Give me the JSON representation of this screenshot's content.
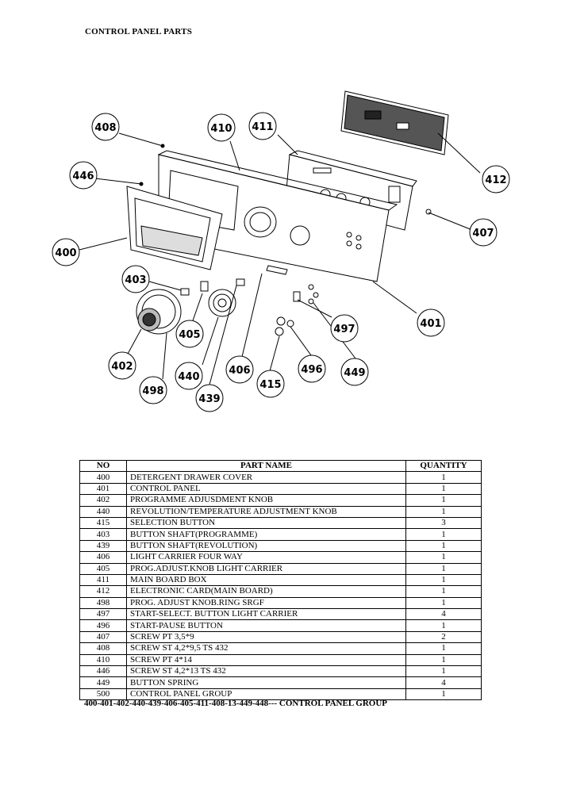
{
  "page_title": "CONTROL PANEL PARTS",
  "callouts": [
    {
      "id": "c408",
      "label": "408"
    },
    {
      "id": "c410",
      "label": "410"
    },
    {
      "id": "c411",
      "label": "411"
    },
    {
      "id": "c412",
      "label": "412"
    },
    {
      "id": "c446",
      "label": "446"
    },
    {
      "id": "c407",
      "label": "407"
    },
    {
      "id": "c400",
      "label": "400"
    },
    {
      "id": "c403",
      "label": "403"
    },
    {
      "id": "c401",
      "label": "401"
    },
    {
      "id": "c405",
      "label": "405"
    },
    {
      "id": "c497",
      "label": "497"
    },
    {
      "id": "c402",
      "label": "402"
    },
    {
      "id": "c440",
      "label": "440"
    },
    {
      "id": "c406",
      "label": "406"
    },
    {
      "id": "c496",
      "label": "496"
    },
    {
      "id": "c449",
      "label": "449"
    },
    {
      "id": "c498",
      "label": "498"
    },
    {
      "id": "c415",
      "label": "415"
    },
    {
      "id": "c439",
      "label": "439"
    }
  ],
  "table": {
    "headers": {
      "no": "NO",
      "name": "PART NAME",
      "qty": "QUANTITY"
    },
    "rows": [
      {
        "no": "400",
        "name": "DETERGENT DRAWER COVER",
        "qty": "1"
      },
      {
        "no": "401",
        "name": "CONTROL PANEL",
        "qty": "1"
      },
      {
        "no": "402",
        "name": "PROGRAMME ADJUSDMENT KNOB",
        "qty": "1"
      },
      {
        "no": "440",
        "name": "REVOLUTION/TEMPERATURE ADJUSTMENT KNOB",
        "qty": "1"
      },
      {
        "no": "415",
        "name": "SELECTION BUTTON",
        "qty": "3"
      },
      {
        "no": "403",
        "name": "BUTTON SHAFT(PROGRAMME)",
        "qty": "1"
      },
      {
        "no": "439",
        "name": "BUTTON SHAFT(REVOLUTION)",
        "qty": "1"
      },
      {
        "no": "406",
        "name": "LIGHT CARRIER FOUR WAY",
        "qty": "1"
      },
      {
        "no": "405",
        "name": "PROG.ADJUST.KNOB LIGHT CARRIER",
        "qty": "1"
      },
      {
        "no": "411",
        "name": "MAIN BOARD BOX",
        "qty": "1"
      },
      {
        "no": "412",
        "name": "ELECTRONIC CARD(MAIN BOARD)",
        "qty": "1"
      },
      {
        "no": "498",
        "name": "PROG. ADJUST KNOB.RING SRGF",
        "qty": "1"
      },
      {
        "no": "497",
        "name": "START-SELECT. BUTTON LIGHT CARRIER",
        "qty": "4"
      },
      {
        "no": "496",
        "name": "START-PAUSE BUTTON",
        "qty": "1"
      },
      {
        "no": "407",
        "name": "SCREW PT 3,5*9",
        "qty": "2"
      },
      {
        "no": "408",
        "name": "SCREW ST 4,2*9,5 TS 432",
        "qty": "1"
      },
      {
        "no": "410",
        "name": "SCREW PT 4*14",
        "qty": "1"
      },
      {
        "no": "446",
        "name": "SCREW ST 4,2*13 TS 432",
        "qty": "1"
      },
      {
        "no": "449",
        "name": "BUTTON SPRING",
        "qty": "4"
      },
      {
        "no": "500",
        "name": "CONTROL PANEL GROUP",
        "qty": "1"
      }
    ]
  },
  "footer_note": "400-401-402-440-439-406-405-411-408-13-449-448--- CONTROL PANEL GROUP"
}
